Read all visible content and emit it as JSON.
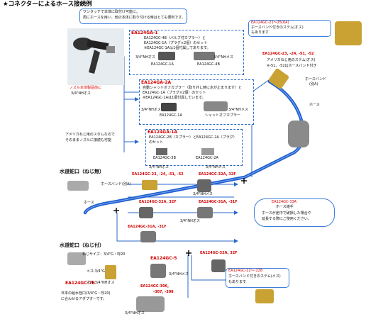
{
  "title": "★コネクターによるホース接続例",
  "top_note": {
    "line1": "ワンタッチで本体に取付け可能に。",
    "line2": "周にホースを用い、他の本体に取り付ける時はとても便利です。"
  },
  "nozzle_label": "ノズル本体製品前に",
  "nozzle_sub": "3/4\"NHオス",
  "box1": {
    "header": "EA124GA-1",
    "lines": [
      "EA124GC-4B（バルブ付カプラー）と",
      "EA124GC-1A（プラグ×2個）のセット",
      "※EA124GC-1Aは1個付属してあります。"
    ],
    "part_a": "EA124GC-1A",
    "part_b": "EA124GC-4B",
    "male": "3/4\"NHオス",
    "female": "3/4\"NHメス"
  },
  "box2": {
    "header": "EA124GA-2A",
    "lines": [
      "自動シャットオフカプラー（取り外し時に水が止まります）と",
      "EA124GC-1A（プラグ×2個）のセット",
      "※EA124GC-1Aは1個付属しています。"
    ],
    "part_a": "EA124GC-1A",
    "part_b": "シャットオフカプラー",
    "male": "3/4\"NHオス",
    "female": "3/4\"NHメス"
  },
  "box3": {
    "header": "EA124GA-1A",
    "lines": [
      "EA124GC-2B（カプラー）とEA124GC-2A（プラグ）",
      "のセット"
    ],
    "part_a": "EA124GC-3B",
    "part_b": "EA124GC-2A",
    "male": "3/4\"NHオス",
    "female": "3/4\"NHメス"
  },
  "america_note": {
    "line1": "アメリカねじ用のスタムなので",
    "line2": "そのままノズルに接続も可能"
  },
  "top_right_callout": {
    "header": "EA124GC-21～25(6A)",
    "line1": "ホースバンド付きのステム(オス)",
    "line2": "もあります"
  },
  "right_stem_code": "EA124GC-23, -24, -51, -52",
  "right_stem_desc": {
    "line1": "アメリカねじ用のステム(オス)",
    "line2": "※-51、-52はホースバンド付き"
  },
  "hose_band_label": "ホースバンド",
  "hose_band_sub": "(別A)",
  "hose_label": "ホース",
  "joint_callout": {
    "header": "EA124GC-33A",
    "sub": "ホース継手",
    "line1": "ホースが途中で破損した場合や",
    "line2": "延長する際にご使用ください。"
  },
  "faucet1": {
    "title": "水道蛇口（ねじ無）",
    "band": "ホースバンド(別A)",
    "hose": "ホース",
    "code": "EA124GC-23, -24, -51, -52",
    "code2": "EA124GC-32A, 32F",
    "code3": "EA124GC-32A, 32F",
    "code4": "EA124GC-31A, -31F",
    "code5": "EA124GC-31A, -31F",
    "male": "3/4\"NHオス",
    "female": "3/4\"NHメス"
  },
  "faucet2": {
    "title": "水道蛇口（ねじ付）",
    "thread": "ねじサイズ：3/4\"G・呼20",
    "code_left": "EA124GC-7B",
    "female": "メス:3/4\"G",
    "male": "オス:3/4\"NHオス",
    "code5": "EA124GC-5",
    "code_306": "EA124GC-306,",
    "code_307": "-307, -308",
    "adapter1": "日本の給水栓口(3/4\"G・呼20)",
    "adapter2": "に合わせるアダプターです。",
    "code_32": "EA124GC-32A, 32F",
    "nh_m": "3/4\"NHオス",
    "nh_f": "3/4\"NHメス"
  },
  "bottom_right_callout": {
    "header": "EA124GC-22～-228",
    "line1": "ホースバンド付きのステム(メス)",
    "line2": "もあります"
  },
  "colors": {
    "accent": "#2a6ac8",
    "code_red": "#d40000",
    "hose_blue": "#1f5fd1"
  }
}
